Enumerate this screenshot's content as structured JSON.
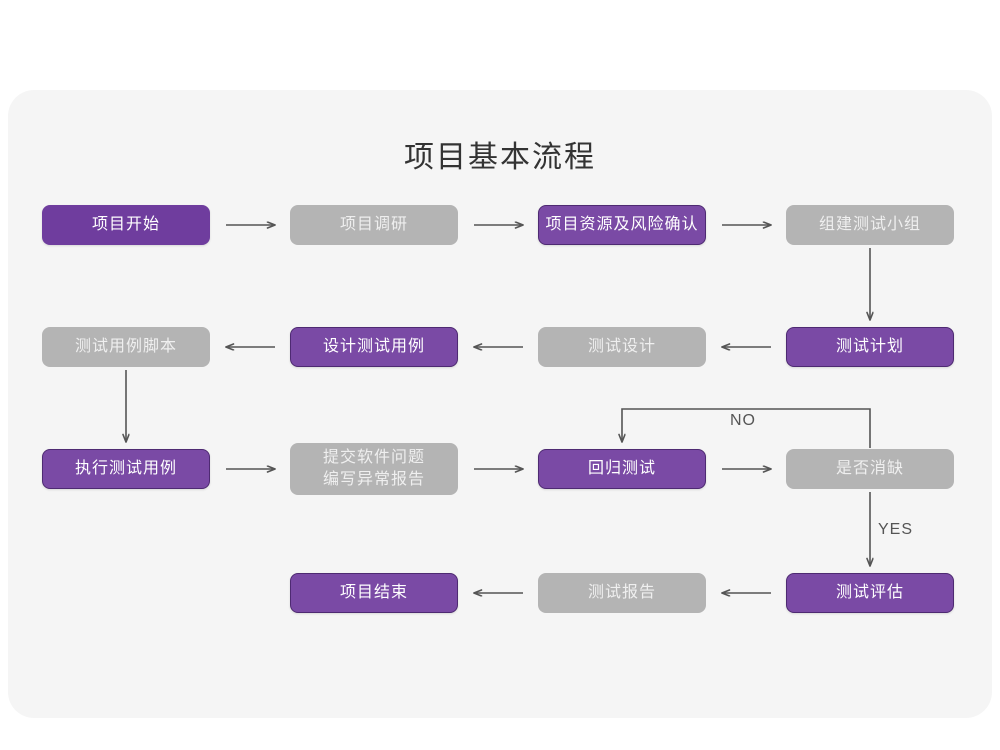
{
  "page": {
    "background": "#ffffff",
    "card_background": "#f5f5f5"
  },
  "header": {
    "title": "项目基本流程"
  },
  "colors": {
    "purple": "#6f3d9e",
    "purple_outline_fill": "#7a4aa5",
    "purple_outline_border": "#4e2a72",
    "gray": "#b4b4b4",
    "gray_text": "#efefef",
    "arrow": "#555555",
    "title_text": "#333333"
  },
  "chart_data": {
    "type": "diagram",
    "title": "项目基本流程",
    "nodes": [
      {
        "id": "n1",
        "label": "项目开始",
        "style": "purple",
        "row": 1,
        "col": 1
      },
      {
        "id": "n2",
        "label": "项目调研",
        "style": "gray",
        "row": 1,
        "col": 2
      },
      {
        "id": "n3",
        "label": "项目资源及风险确认",
        "style": "purple-outline",
        "row": 1,
        "col": 3
      },
      {
        "id": "n4",
        "label": "组建测试小组",
        "style": "gray",
        "row": 1,
        "col": 4
      },
      {
        "id": "n5",
        "label": "测试用例脚本",
        "style": "gray",
        "row": 2,
        "col": 1
      },
      {
        "id": "n6",
        "label": "设计测试用例",
        "style": "purple-outline",
        "row": 2,
        "col": 2
      },
      {
        "id": "n7",
        "label": "测试设计",
        "style": "gray",
        "row": 2,
        "col": 3
      },
      {
        "id": "n8",
        "label": "测试计划",
        "style": "purple-outline",
        "row": 2,
        "col": 4
      },
      {
        "id": "n9",
        "label": "执行测试用例",
        "style": "purple-outline",
        "row": 3,
        "col": 1
      },
      {
        "id": "n10",
        "label": "提交软件问题\n编写异常报告",
        "style": "gray",
        "row": 3,
        "col": 2
      },
      {
        "id": "n11",
        "label": "回归测试",
        "style": "purple-outline",
        "row": 3,
        "col": 3
      },
      {
        "id": "n12",
        "label": "是否消缺",
        "style": "gray",
        "row": 3,
        "col": 4
      },
      {
        "id": "n13",
        "label": "项目结束",
        "style": "purple-outline",
        "row": 4,
        "col": 2
      },
      {
        "id": "n14",
        "label": "测试报告",
        "style": "gray",
        "row": 4,
        "col": 3
      },
      {
        "id": "n15",
        "label": "测试评估",
        "style": "purple-outline",
        "row": 4,
        "col": 4
      }
    ],
    "edges": [
      {
        "from": "n1",
        "to": "n2",
        "label": "",
        "direction": "right"
      },
      {
        "from": "n2",
        "to": "n3",
        "label": "",
        "direction": "right"
      },
      {
        "from": "n3",
        "to": "n4",
        "label": "",
        "direction": "right"
      },
      {
        "from": "n4",
        "to": "n8",
        "label": "",
        "direction": "down"
      },
      {
        "from": "n8",
        "to": "n7",
        "label": "",
        "direction": "left"
      },
      {
        "from": "n7",
        "to": "n6",
        "label": "",
        "direction": "left"
      },
      {
        "from": "n6",
        "to": "n5",
        "label": "",
        "direction": "left"
      },
      {
        "from": "n5",
        "to": "n9",
        "label": "",
        "direction": "down"
      },
      {
        "from": "n9",
        "to": "n10",
        "label": "",
        "direction": "right"
      },
      {
        "from": "n10",
        "to": "n11",
        "label": "",
        "direction": "right"
      },
      {
        "from": "n11",
        "to": "n12",
        "label": "",
        "direction": "right"
      },
      {
        "from": "n12",
        "to": "n11",
        "label": "NO",
        "direction": "loop-up-left"
      },
      {
        "from": "n12",
        "to": "n15",
        "label": "YES",
        "direction": "down"
      },
      {
        "from": "n15",
        "to": "n14",
        "label": "",
        "direction": "left"
      },
      {
        "from": "n14",
        "to": "n13",
        "label": "",
        "direction": "left"
      }
    ],
    "edge_labels": [
      "NO",
      "YES"
    ]
  }
}
